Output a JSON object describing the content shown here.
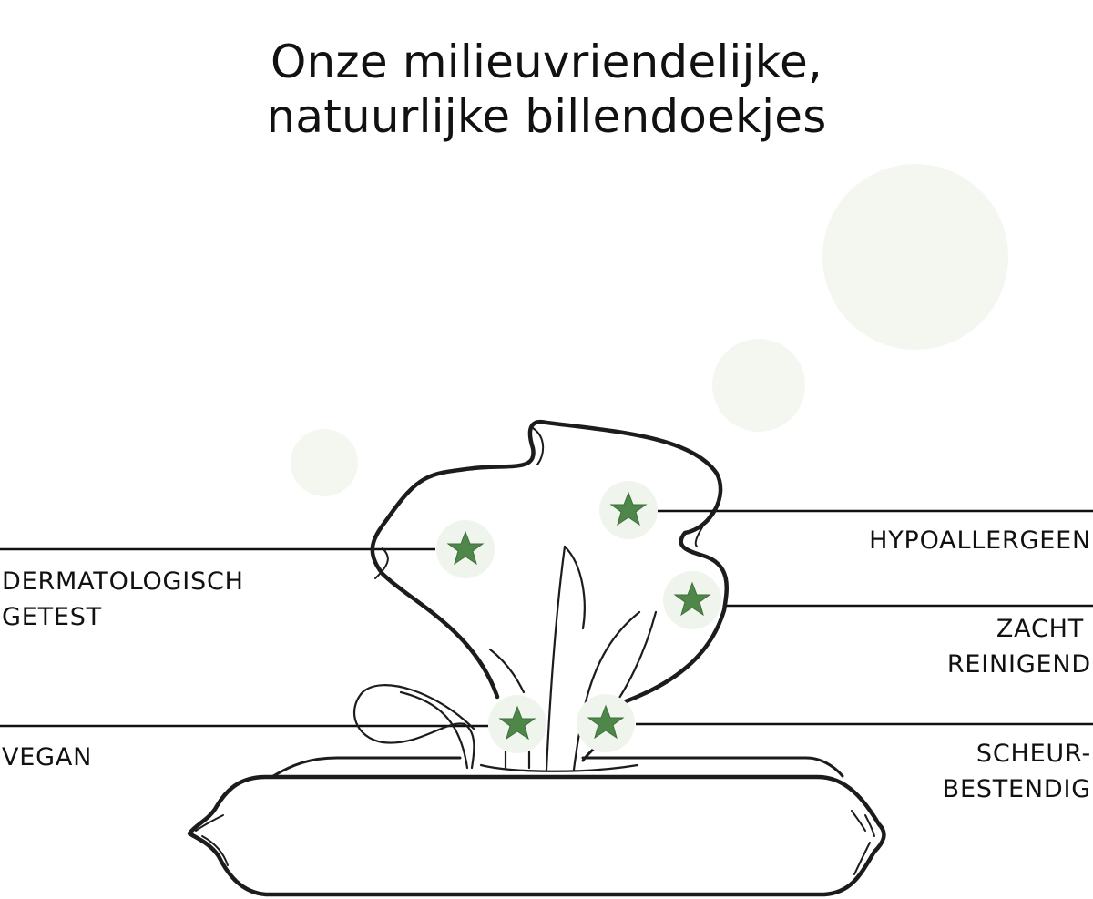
{
  "title": {
    "line1": "Onze milieuvriendelijke,",
    "line2": "natuurlijke billendoekjes"
  },
  "colors": {
    "star": "#4f874b",
    "star_bg": "#eff4ec",
    "deco_circle": "#f4f7f0",
    "line": "#111111"
  },
  "features": {
    "left": [
      {
        "line1": "DERMATOLOGISCH",
        "line2": "GETEST",
        "icon": "star-icon"
      },
      {
        "line1": "VEGAN",
        "line2": "",
        "icon": "star-icon"
      }
    ],
    "right": [
      {
        "line1": "HYPOALLERGEEN",
        "line2": "",
        "icon": "star-icon"
      },
      {
        "line1": "ZACHT",
        "line2": "REINIGEND",
        "icon": "star-icon"
      },
      {
        "line1": "SCHEUR-",
        "line2": "BESTENDIG",
        "icon": "star-icon"
      }
    ]
  },
  "illustration": "baby-wipes-pack"
}
